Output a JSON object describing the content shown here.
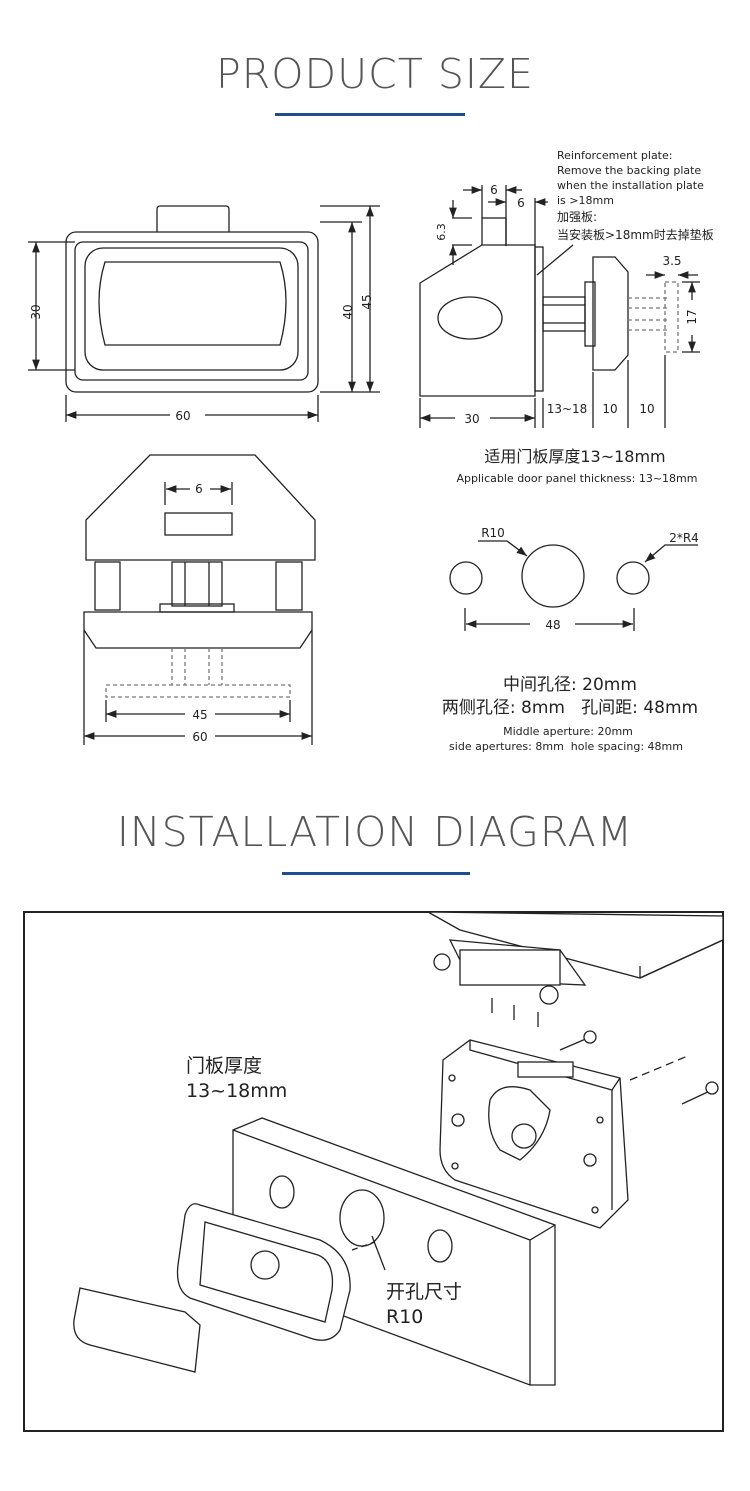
{
  "section1": {
    "title": "PRODUCT SIZE"
  },
  "front_view": {
    "dim_width": "60",
    "dim_height_inner": "30",
    "dim_height_mid": "40",
    "dim_height_outer": "45"
  },
  "side_view": {
    "dim_top_a": "6",
    "dim_top_b": "6",
    "dim_top_h": "6.3",
    "dim_body": "30",
    "dim_panel": "13~18",
    "dim_knob": "10",
    "dim_end": "10",
    "dim_pin_w": "3.5",
    "dim_pin_h": "17",
    "note_en": [
      "Reinforcement plate:",
      "Remove the backing plate",
      "when the installation plate",
      "is >18mm"
    ],
    "note_cn": [
      "加强板:",
      "当安装板>18mm时去掉垫板"
    ]
  },
  "panel_thickness": {
    "cn": "适用门板厚度13~18mm",
    "en": "Applicable door panel thickness: 13~18mm"
  },
  "top_view": {
    "dim_slot": "6",
    "dim_inner": "45",
    "dim_outer": "60"
  },
  "holes": {
    "label_center": "R10",
    "label_side": "2*R4",
    "dim_spacing": "48",
    "cn_line1": "中间孔径: 20mm",
    "cn_line2": "两侧孔径: 8mm   孔间距: 48mm",
    "en_line1": "Middle aperture: 20mm",
    "en_line2": "side apertures: 8mm  hole spacing: 48mm"
  },
  "section2": {
    "title": "INSTALLATION DIAGRAM",
    "label_thickness_cn": "门板厚度",
    "label_thickness_val": "13~18mm",
    "label_hole_cn": "开孔尺寸",
    "label_hole_val": "R10"
  }
}
